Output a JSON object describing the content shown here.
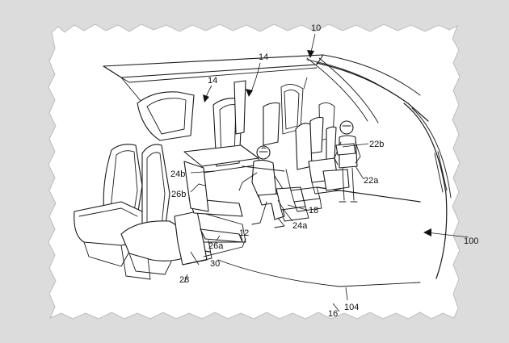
{
  "figure": {
    "reference_labels": {
      "r10": "10",
      "r14_left": "14",
      "r14_center": "14",
      "r22b": "22b",
      "r22a": "22a",
      "r24b": "24b",
      "r26b": "26b",
      "r18": "18",
      "r24a": "24a",
      "r12": "12",
      "r26a": "26a",
      "r30": "30",
      "r28": "28",
      "r100": "100",
      "r16": "16",
      "r104": "104"
    }
  }
}
